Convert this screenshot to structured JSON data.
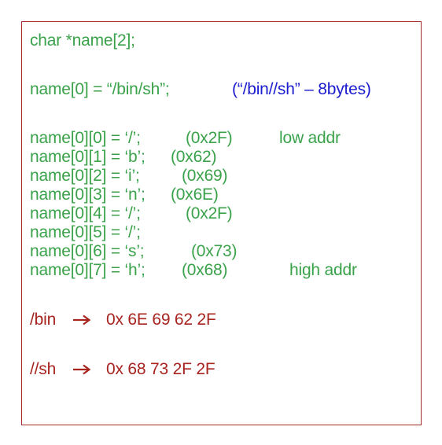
{
  "declaration": "char *name[2];",
  "assignment": {
    "code": "name[0] = “/bin/sh”;",
    "note": "(“/bin//sh” – 8bytes)"
  },
  "bytes": [
    {
      "code": "name[0][0] = ‘/’;",
      "hex": "(0x2F)",
      "note": "low addr"
    },
    {
      "code": "name[0][1] = ‘b’;",
      "hex": "(0x62)",
      "note": ""
    },
    {
      "code": "name[0][2] = ‘i’;",
      "hex": "(0x69)",
      "note": ""
    },
    {
      "code": "name[0][3] = ‘n’;",
      "hex": "(0x6E)",
      "note": ""
    },
    {
      "code": "name[0][4] = ‘/’;",
      "hex": "(0x2F)",
      "note": ""
    },
    {
      "code": "name[0][5] = ‘/’;",
      "hex": "",
      "note": ""
    },
    {
      "code": "name[0][6] = ‘s’;",
      "hex": "(0x73)",
      "note": ""
    },
    {
      "code": "name[0][7] = ‘h’;",
      "hex": "(0x68)",
      "note": "high addr"
    }
  ],
  "encodings": [
    {
      "label": "/bin",
      "value": "0x 6E 69 62 2F"
    },
    {
      "label": "//sh",
      "value": "0x 68 73 2F 2F"
    }
  ],
  "colors": {
    "code_green": "#3aa24a",
    "note_blue": "#1c1ccf",
    "hex_red": "#a7241f",
    "border": "#a32a2a"
  }
}
